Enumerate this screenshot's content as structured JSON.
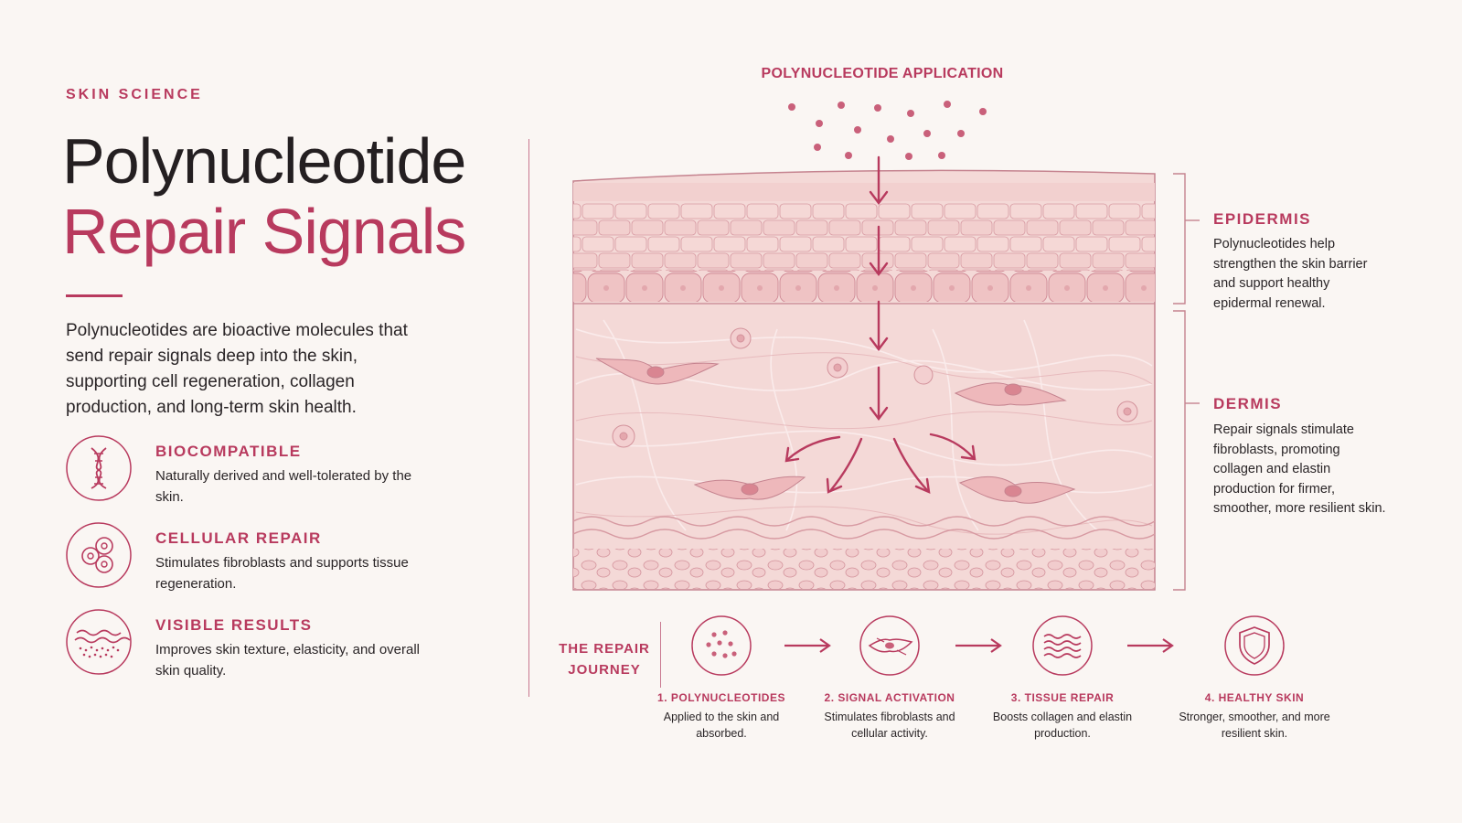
{
  "header": {
    "eyebrow": "SKIN SCIENCE",
    "title_line1": "Polynucleotide",
    "title_line2": "Repair Signals",
    "intro": "Polynucleotides are bioactive molecules that send repair signals deep into the skin, supporting cell regeneration, collagen production, and long-term skin health."
  },
  "features": [
    {
      "icon": "dna-icon",
      "title": "BIOCOMPATIBLE",
      "desc": "Naturally derived and well-tolerated by the skin."
    },
    {
      "icon": "cells-icon",
      "title": "CELLULAR REPAIR",
      "desc": "Stimulates fibroblasts and supports tissue regeneration."
    },
    {
      "icon": "skin-texture-icon",
      "title": "VISIBLE RESULTS",
      "desc": "Improves skin texture, elasticity, and overall skin quality."
    }
  ],
  "diagram": {
    "application_label": "POLYNUCLEOTIDE APPLICATION",
    "layers": [
      {
        "name": "EPIDERMIS",
        "desc": "Polynucleotides help strengthen the skin barrier and support healthy epidermal renewal."
      },
      {
        "name": "DERMIS",
        "desc": "Repair signals stimulate fibroblasts, promoting collagen and elastin production for firmer, smoother, more resilient skin."
      }
    ]
  },
  "journey": {
    "label": "THE REPAIR JOURNEY",
    "steps": [
      {
        "icon": "particles-icon",
        "title": "1. POLYNUCLEOTIDES",
        "desc": "Applied to the skin and absorbed."
      },
      {
        "icon": "fibroblast-icon",
        "title": "2. SIGNAL ACTIVATION",
        "desc": "Stimulates fibroblasts and cellular activity."
      },
      {
        "icon": "waves-icon",
        "title": "3. TISSUE REPAIR",
        "desc": "Boosts collagen and elastin production."
      },
      {
        "icon": "shield-icon",
        "title": "4. HEALTHY SKIN",
        "desc": "Stronger, smoother, and more resilient skin."
      }
    ]
  },
  "colors": {
    "accent": "#b83a5e",
    "background": "#faf6f3",
    "skin": "#f3d3d3",
    "text": "#2a2527"
  }
}
